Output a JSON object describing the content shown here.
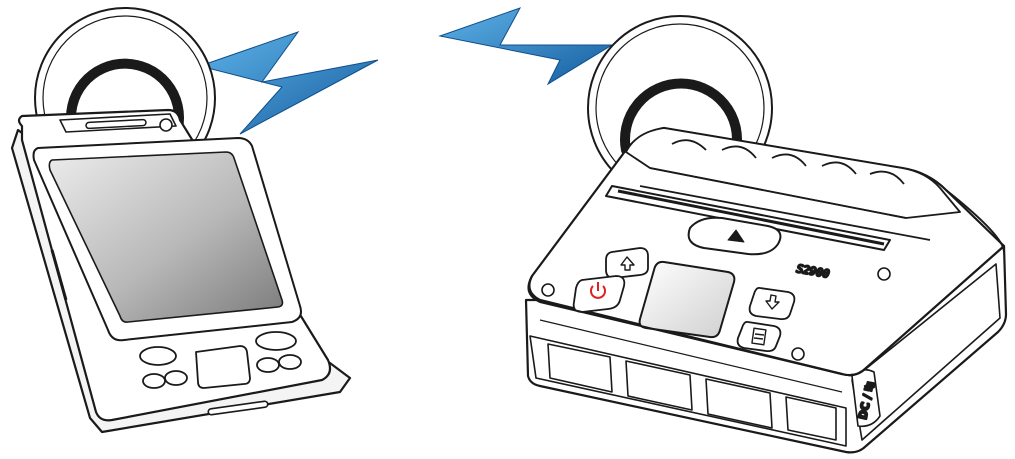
{
  "scene": {
    "left_device": "handheld-pda",
    "right_device": "mobile-receipt-printer",
    "link": "wireless",
    "colors": {
      "outline": "#1a1a1a",
      "screen_light": "#e6e6e6",
      "screen_dark": "#7f7f7f",
      "signal_blue_light": "#4aa3de",
      "signal_blue_dark": "#1662a8",
      "power_red": "#e02020",
      "background": "#ffffff"
    }
  },
  "printer": {
    "model_label": "S2900",
    "port_label": "DC / ↹"
  }
}
